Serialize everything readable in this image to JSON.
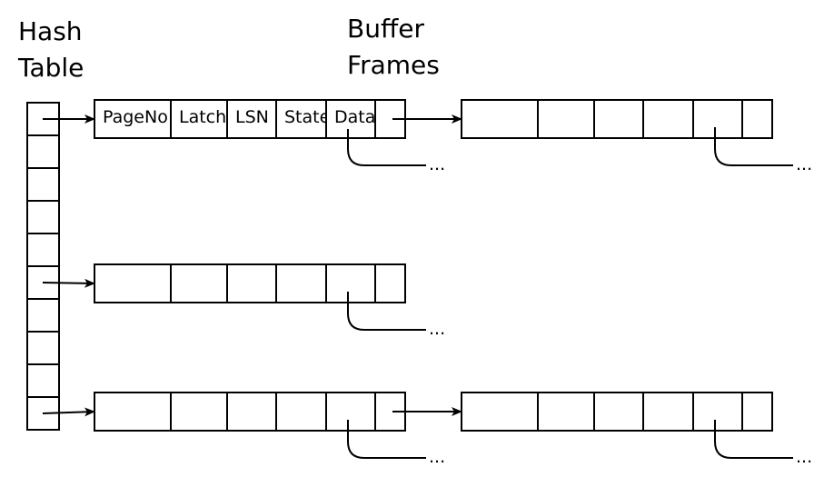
{
  "titles": {
    "hash_table": [
      "Hash",
      "Table"
    ],
    "buffer_frames": [
      "Buffer",
      "Frames"
    ]
  },
  "frame_fields": [
    "PageNo",
    "Latch",
    "LSN",
    "State",
    "Data",
    ""
  ],
  "hash_table": {
    "slot_count": 10
  },
  "chains": [
    {
      "slot": 0,
      "frames": 2,
      "labeled_first": true
    },
    {
      "slot": 5,
      "frames": 1,
      "labeled_first": false
    },
    {
      "slot": 9,
      "frames": 2,
      "labeled_first": false
    }
  ],
  "ellipsis": "..."
}
